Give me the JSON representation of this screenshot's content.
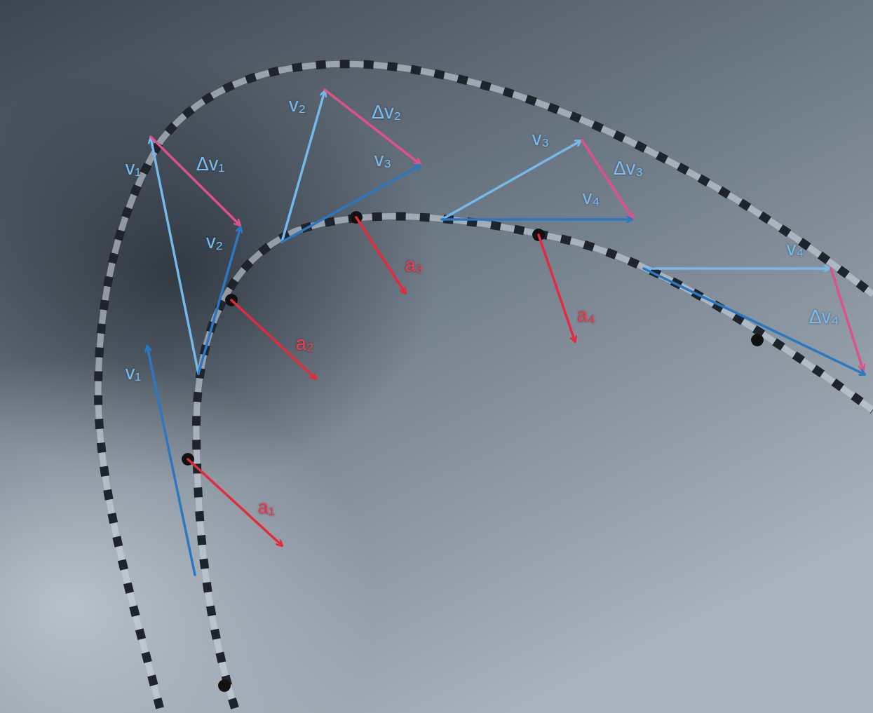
{
  "diagram": {
    "labels": [
      "v₁",
      "Δv₁",
      "v₂",
      "v₁",
      "a₁",
      "a₂",
      "v₂",
      "Δv₂",
      "v₃",
      "a₃",
      "v₃",
      "Δv₃",
      "v₄",
      "a₄",
      "v₄",
      "Δv₄"
    ]
  }
}
